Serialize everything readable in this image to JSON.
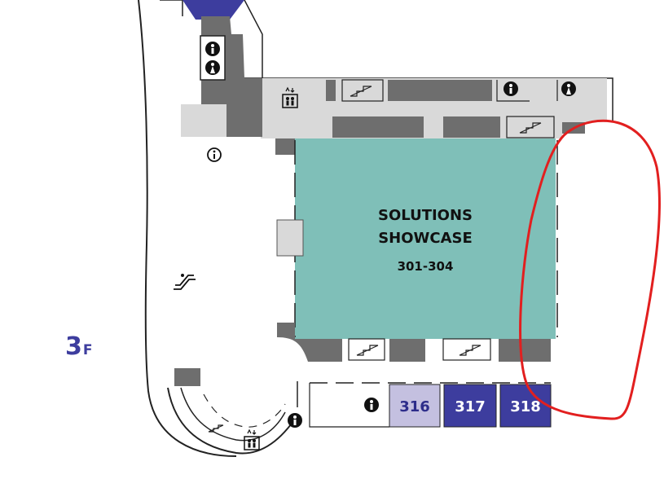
{
  "floor": {
    "number": "3",
    "suffix": "F"
  },
  "hall": {
    "name_line1": "SOLUTIONS",
    "name_line2": "SHOWCASE",
    "rooms": "301-304"
  },
  "rooms": [
    {
      "number": "316",
      "fill": "#c4c0e0",
      "text_color": "#2d2d8a"
    },
    {
      "number": "317",
      "fill": "#3d3d9e",
      "text_color": "#ffffff"
    },
    {
      "number": "318",
      "fill": "#3d3d9e",
      "text_color": "#ffffff"
    }
  ],
  "colors": {
    "hall": "#7fbfb8",
    "corridor": "#d9d9d9",
    "service": "#6e6e6e",
    "accent": "#3d3d9e",
    "annotation": "#e21f1f",
    "outline": "#222222"
  },
  "icons": [
    "restroom-icon",
    "elevator-icon",
    "stairs-icon",
    "info-icon",
    "escalator-icon"
  ],
  "annotation": {
    "shape": "freehand ellipse",
    "color": "red"
  }
}
